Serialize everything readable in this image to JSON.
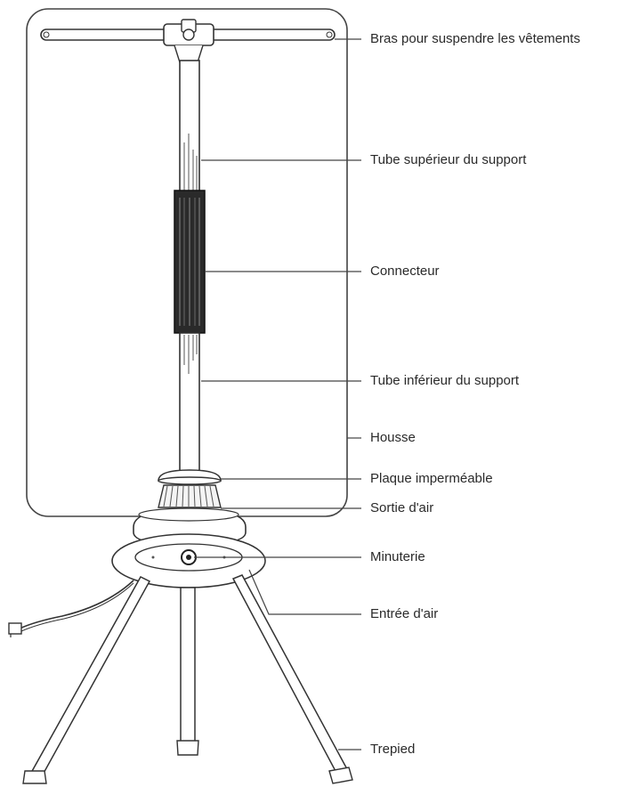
{
  "labels": {
    "arms": "Bras pour suspendre les vêtements",
    "upper_tube": "Tube supérieur du support",
    "connector": "Connecteur",
    "lower_tube": "Tube inférieur du support",
    "cover": "Housse",
    "waterproof_plate": "Plaque imperméable",
    "air_outlet": "Sortie d'air",
    "timer": "Minuterie",
    "air_inlet": "Entrée d'air",
    "tripod": "Trepied"
  },
  "colors": {
    "line": "#3a3a3a",
    "connector": "#1e1e1e",
    "background": "#ffffff"
  }
}
